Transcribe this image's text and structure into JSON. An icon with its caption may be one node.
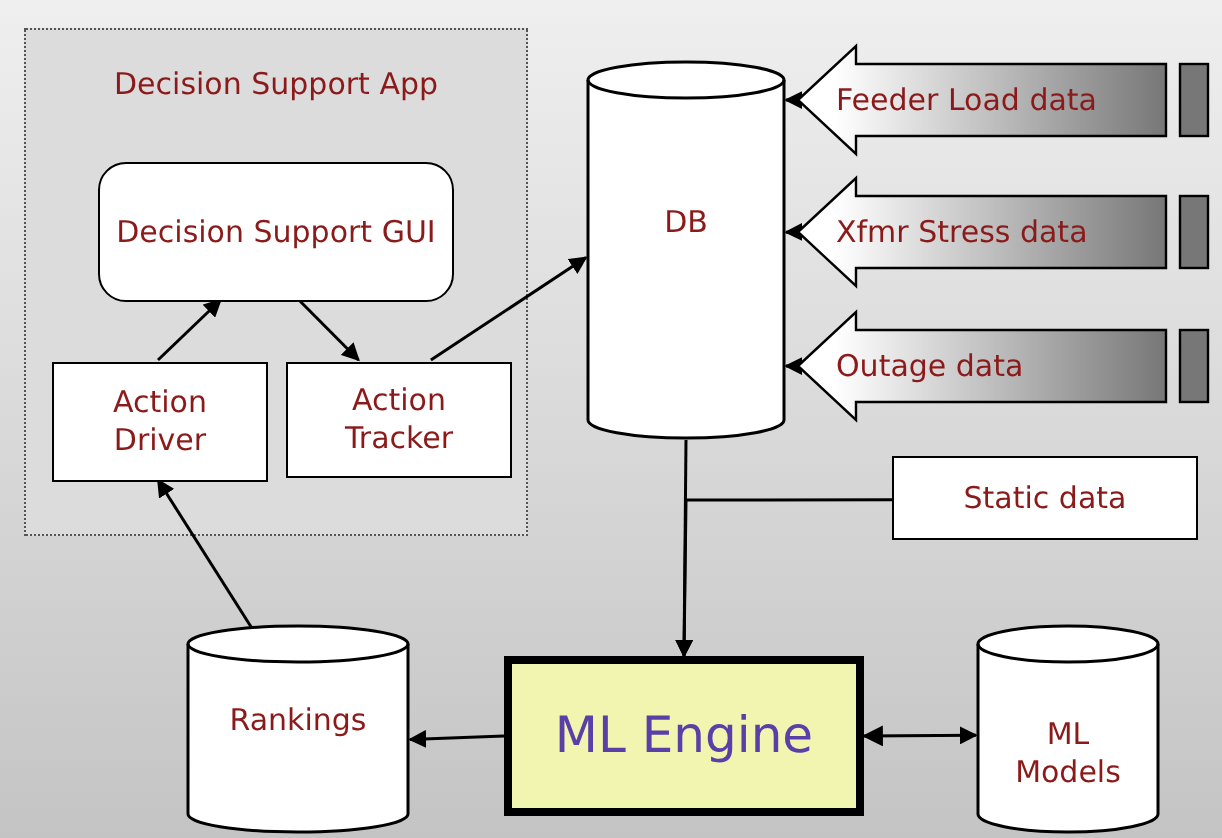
{
  "diagram": {
    "nodes": [
      {
        "text": [
          "Decision Support App"
        ]
      },
      {
        "text": [
          "Decision Support GUI"
        ],
        "in": 0
      },
      {
        "text": [
          "Action Driver"
        ],
        "in": 0
      },
      {
        "text": [
          "Action Tracker"
        ],
        "in": 0
      },
      {
        "text": [
          "DB"
        ]
      },
      {
        "text": [
          "Feeder Load data"
        ]
      },
      {
        "text": [
          "Xfmr Stress data"
        ]
      },
      {
        "text": [
          "Outage data"
        ]
      },
      {
        "text": [
          "Static data"
        ]
      },
      {
        "text": [
          "Rankings"
        ]
      },
      {
        "text": [
          "ML Engine"
        ]
      },
      {
        "text": [
          "ML Models"
        ]
      }
    ],
    "edges": [
      {
        "from": 2,
        "to": 1,
        "arrow": "to"
      },
      {
        "from": 1,
        "to": 3,
        "arrow": "to"
      },
      {
        "from": 3,
        "to": 4,
        "arrow": "to"
      },
      {
        "from": 4,
        "to": 10,
        "arrow": "to"
      },
      {
        "from": 8,
        "to": 10,
        "arrow": "to"
      },
      {
        "from": 10,
        "to": 9,
        "arrow": "to"
      },
      {
        "from": 9,
        "to": 2,
        "arrow": "to"
      },
      {
        "from": 10,
        "to": 11,
        "arrow": "both"
      },
      {
        "from": 5,
        "to": 4,
        "arrow": "to"
      },
      {
        "from": 6,
        "to": 4,
        "arrow": "to"
      },
      {
        "from": 7,
        "to": 4,
        "arrow": "to"
      }
    ]
  }
}
